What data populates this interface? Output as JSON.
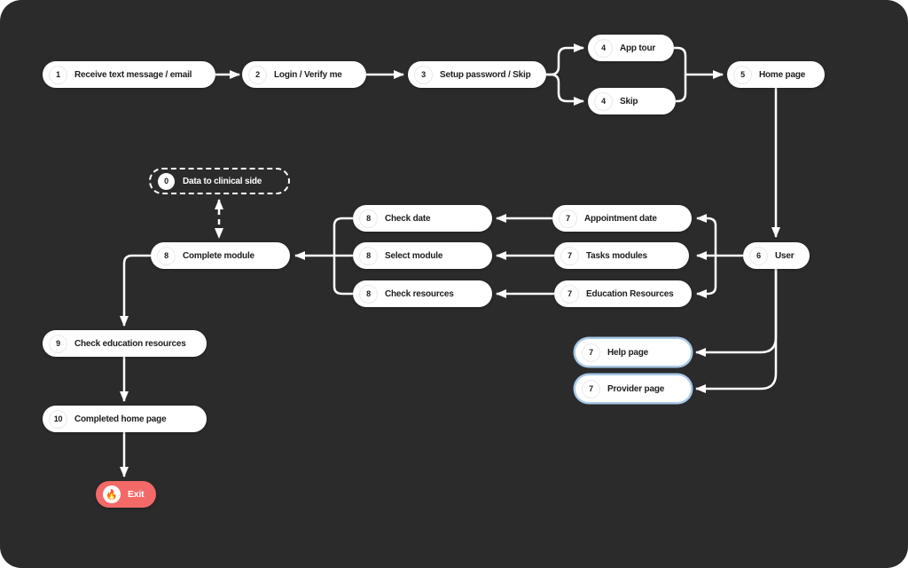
{
  "canvas": {
    "background_color": "#2b2b2c",
    "wire_color": "#ffffff",
    "pill_color": "#ffffff",
    "pill_text_color": "#1d1d1f",
    "highlight_border_color": "#a9c9e8",
    "exit_color": "#f26967"
  },
  "nodes": {
    "receive": {
      "num": "1",
      "label": "Receive text message / email"
    },
    "login": {
      "num": "2",
      "label": "Login / Verify me"
    },
    "setup": {
      "num": "3",
      "label": "Setup password / Skip"
    },
    "apptour": {
      "num": "4",
      "label": "App tour"
    },
    "skip": {
      "num": "4",
      "label": "Skip"
    },
    "home": {
      "num": "5",
      "label": "Home page"
    },
    "user": {
      "num": "6",
      "label": "User"
    },
    "appointment": {
      "num": "7",
      "label": "Appointment date"
    },
    "tasks": {
      "num": "7",
      "label": "Tasks modules"
    },
    "education": {
      "num": "7",
      "label": "Education Resources"
    },
    "helppage": {
      "num": "7",
      "label": "Help page"
    },
    "providerpage": {
      "num": "7",
      "label": "Provider page"
    },
    "checkdate": {
      "num": "8",
      "label": "Check date"
    },
    "selectmodule": {
      "num": "8",
      "label": "Select module"
    },
    "checkresources": {
      "num": "8",
      "label": "Check resources"
    },
    "completemodule": {
      "num": "8",
      "label": "Complete module"
    },
    "clinical": {
      "num": "0",
      "label": "Data to clinical side"
    },
    "checkeducation": {
      "num": "9",
      "label": "Check education resources"
    },
    "completedhome": {
      "num": "10",
      "label": "Completed home page"
    },
    "exit": {
      "label": "Exit",
      "icon": "🔥"
    }
  }
}
